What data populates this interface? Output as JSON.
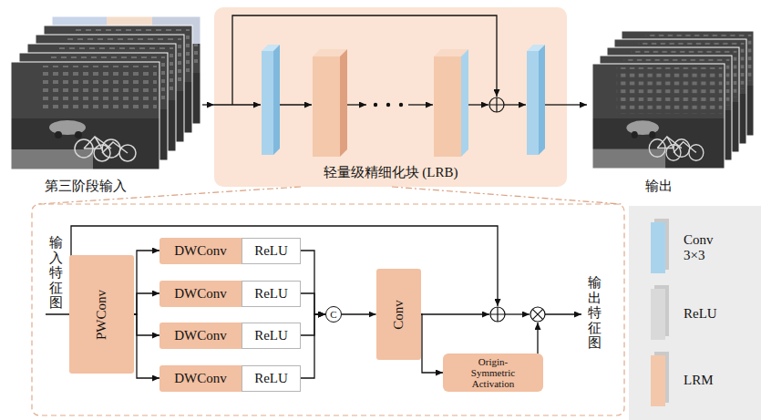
{
  "diagram": {
    "nodes": [
      {
        "text": [
          "第三阶段输入"
        ]
      },
      {
        "text": [
          "轻量级精细化块 (LRB)"
        ]
      },
      {
        "text": [
          "输出"
        ]
      },
      {
        "text": [
          "PWConv"
        ]
      },
      {
        "text": [
          "DWConv"
        ]
      },
      {
        "text": [
          "ReLU"
        ]
      },
      {
        "text": [
          "DWConv"
        ]
      },
      {
        "text": [
          "ReLU"
        ]
      },
      {
        "text": [
          "DWConv"
        ]
      },
      {
        "text": [
          "ReLU"
        ]
      },
      {
        "text": [
          "DWConv"
        ]
      },
      {
        "text": [
          "ReLU"
        ]
      },
      {
        "text": [
          "C"
        ]
      },
      {
        "text": [
          "Conv"
        ]
      },
      {
        "text": [
          "Origin-Symmetric Activation"
        ]
      }
    ],
    "edges": [
      {
        "from": 0,
        "to": 1,
        "arrow": "to"
      },
      {
        "from": 1,
        "to": 2,
        "arrow": "to"
      },
      {
        "from": 3,
        "to": 4,
        "arrow": "to"
      },
      {
        "from": 3,
        "to": 6,
        "arrow": "to"
      },
      {
        "from": 3,
        "to": 8,
        "arrow": "to"
      },
      {
        "from": 3,
        "to": 10,
        "arrow": "to"
      },
      {
        "from": 5,
        "to": 12,
        "arrow": "to"
      },
      {
        "from": 7,
        "to": 12,
        "arrow": "to"
      },
      {
        "from": 9,
        "to": 12,
        "arrow": "to"
      },
      {
        "from": 11,
        "to": 12,
        "arrow": "to"
      },
      {
        "from": 12,
        "to": 13,
        "arrow": "to"
      },
      {
        "from": 13,
        "to": 14,
        "arrow": "to"
      }
    ],
    "labels": [
      "输入特征图",
      "输出特征图"
    ],
    "legend": [
      {
        "text": "Conv 3×3",
        "color": "#a9d3ec"
      },
      {
        "text": "ReLU",
        "color": "#d9d9d9"
      },
      {
        "text": "LRM",
        "color": "#f3c7aa"
      }
    ]
  }
}
